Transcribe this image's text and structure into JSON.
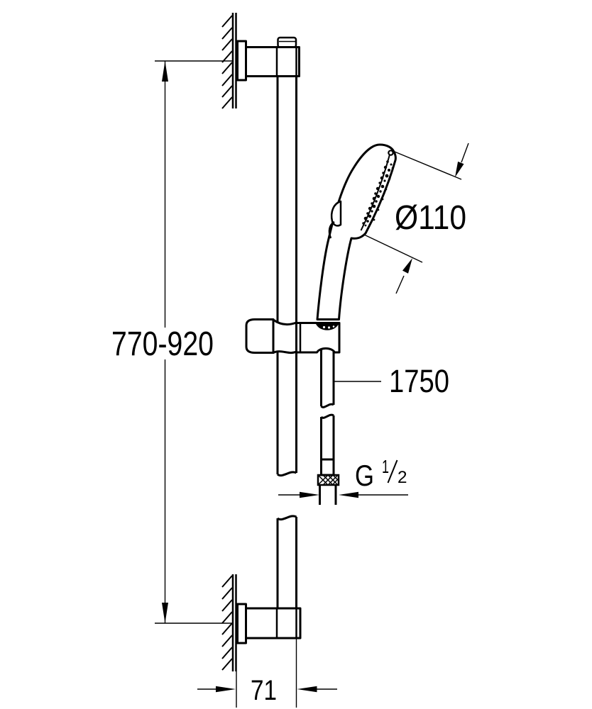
{
  "drawing": {
    "kind": "technical-dimension-drawing",
    "product": "shower rail set with hand shower, wall mounts, hose and thread fitting",
    "colors": {
      "line": "#000000",
      "background": "#ffffff"
    },
    "dimensions": {
      "bar_height": {
        "label": "770-920",
        "meaning": "wall mount centre-to-centre height range (mm)"
      },
      "head_diameter": {
        "label": "Ø110",
        "meaning": "hand shower spray face diameter (mm)"
      },
      "hose_length": {
        "label": "1750",
        "meaning": "shower hose length (mm)"
      },
      "thread": {
        "g": "G",
        "numerator": "1",
        "denominator": "2",
        "meaning": "hose connection thread G 1/2"
      },
      "wall_clearance": {
        "label": "71",
        "meaning": "projection from wall to outer bar edge (mm)"
      }
    }
  }
}
